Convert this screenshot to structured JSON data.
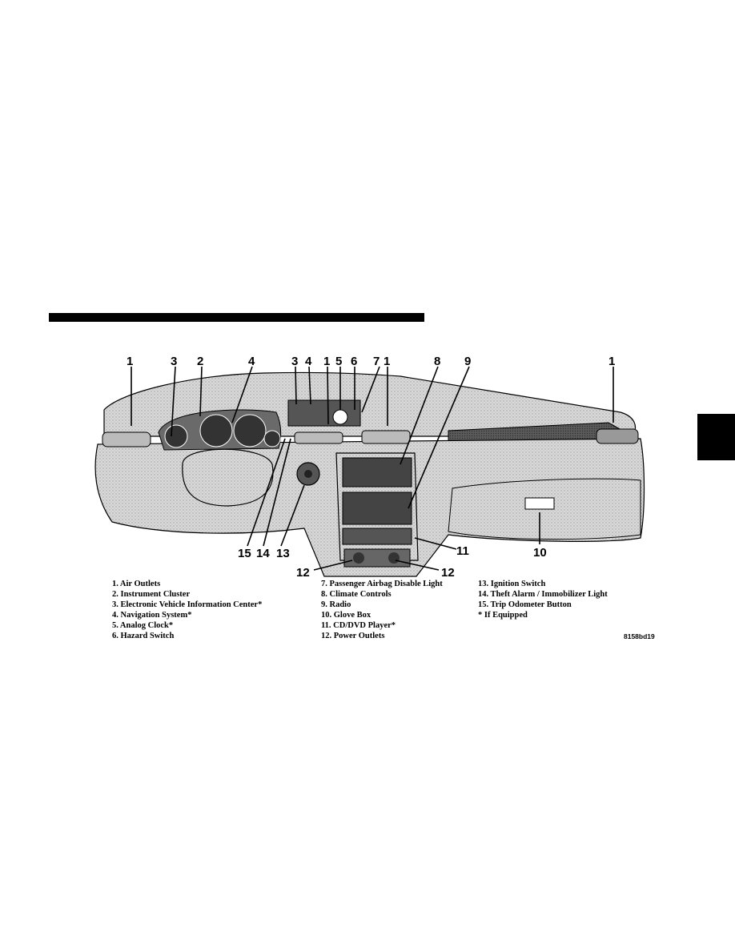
{
  "diagram": {
    "callouts": {
      "c1a": "1",
      "c3a": "3",
      "c2": "2",
      "c4a": "4",
      "c3b": "3",
      "c4b": "4",
      "c1b": "1",
      "c5": "5",
      "c6": "6",
      "c7": "7",
      "c1c": "1",
      "c8": "8",
      "c9": "9",
      "c1d": "1",
      "c15": "15",
      "c14": "14",
      "c13": "13",
      "c11": "11",
      "c10": "10",
      "c12a": "12",
      "c12b": "12"
    },
    "figure_code": "8158bd19"
  },
  "legend": {
    "col1": [
      "1. Air Outlets",
      "2. Instrument Cluster",
      "3. Electronic Vehicle Information Center*",
      "4. Navigation System*",
      "5. Analog Clock*",
      "6. Hazard Switch"
    ],
    "col2": [
      "7. Passenger Airbag Disable Light",
      "8. Climate Controls",
      "9. Radio",
      "10. Glove Box",
      "11. CD/DVD Player*",
      "12. Power Outlets"
    ],
    "col3": [
      "13. Ignition Switch",
      "14. Theft Alarm / Immobilizer Light",
      "15. Trip Odometer Button",
      "* If Equipped"
    ]
  }
}
